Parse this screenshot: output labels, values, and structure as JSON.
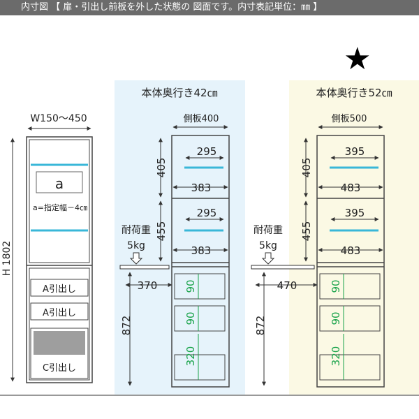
{
  "header": {
    "text": "内寸図 【 扉・引出し前板を外した状態の 図面です。内寸表記単位：㎜ 】"
  },
  "star": "★",
  "colors": {
    "panel42": "#e6f3fb",
    "panel52": "#fbf9e4",
    "shelf": "#39b7d8",
    "green": "#19a34a",
    "drawerGray": "#9e9e9e"
  },
  "overview": {
    "width_label": "W150～450",
    "height_label": "H 1802",
    "a_label": "a",
    "a_note": "a=指定幅－4㎝",
    "drawer_a1": "A引出し",
    "drawer_a2": "A引出し",
    "drawer_c": "C引出し"
  },
  "left_panel": {
    "title": "本体奥行き42㎝",
    "side_board": "側板400",
    "top_height": "405",
    "shelf_inner_1": "295",
    "shelf_outer_1": "383",
    "mid_height": "455",
    "shelf_inner_2": "295",
    "shelf_outer_2": "383",
    "load_label": "耐荷重",
    "load_value": "5kg",
    "drawer_depth": "370",
    "lower_height": "872",
    "drawer_h1": "90",
    "drawer_h2": "90",
    "drawer_h3": "320"
  },
  "right_panel": {
    "title": "本体奥行き52㎝",
    "side_board": "側板500",
    "top_height": "405",
    "shelf_inner_1": "395",
    "shelf_outer_1": "483",
    "mid_height": "455",
    "shelf_inner_2": "395",
    "shelf_outer_2": "483",
    "load_label": "耐荷重",
    "load_value": "5kg",
    "drawer_depth": "470",
    "lower_height": "872",
    "drawer_h1": "90",
    "drawer_h2": "90",
    "drawer_h3": "320"
  }
}
